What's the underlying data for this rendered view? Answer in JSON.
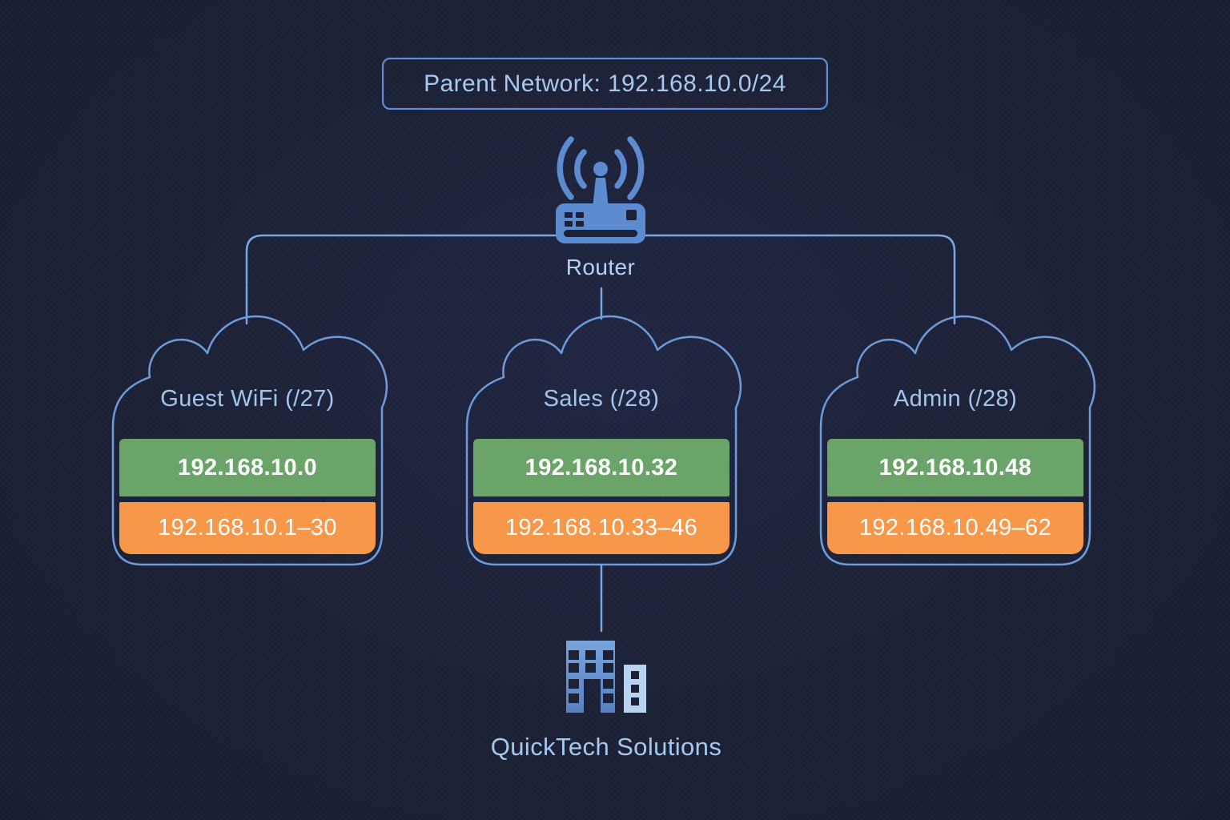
{
  "parent_network": {
    "label": "Parent Network: 192.168.10.0/24"
  },
  "router": {
    "label": "Router"
  },
  "subnets": [
    {
      "name": "Guest WiFi (/27)",
      "network_address": "192.168.10.0",
      "usable_range": "192.168.10.1–30"
    },
    {
      "name": "Sales (/28)",
      "network_address": "192.168.10.32",
      "usable_range": "192.168.10.33–46"
    },
    {
      "name": "Admin (/28)",
      "network_address": "192.168.10.48",
      "usable_range": "192.168.10.49–62"
    }
  ],
  "company": {
    "label": "QuickTech Solutions"
  },
  "icons": {
    "router": "wifi-router-icon",
    "company": "office-building-icon",
    "subnet_shape": "cloud-outline"
  },
  "colors": {
    "background": "#1c2136",
    "connector_line": "#7aa7e0",
    "cloud_outline": "#6f9cd9",
    "network_green": "#6ba468",
    "range_orange": "#f79749",
    "icon_blue": "#5d8bd0",
    "small_building_blue": "#b7d3f0",
    "text_light_blue": "#a8c9ee"
  }
}
